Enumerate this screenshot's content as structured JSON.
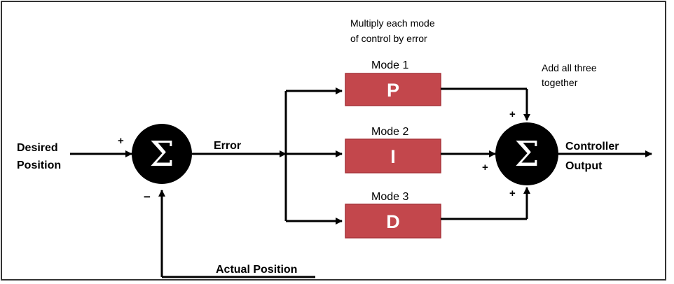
{
  "inputs": {
    "desired_position": [
      "Desired",
      "Position"
    ],
    "actual_position": "Actual Position"
  },
  "summing_junction": {
    "symbol": "Σ",
    "plus": "+",
    "minus": "−"
  },
  "error_label": "Error",
  "note_multiply": [
    "Multiply each mode",
    "of control by error"
  ],
  "note_add": [
    "Add all three",
    "together"
  ],
  "modes": [
    {
      "title": "Mode 1",
      "letter": "P"
    },
    {
      "title": "Mode 2",
      "letter": "I"
    },
    {
      "title": "Mode 3",
      "letter": "D"
    }
  ],
  "output_sum": {
    "symbol": "Σ",
    "plus_top": "+",
    "plus_left": "+",
    "plus_bottom": "+"
  },
  "output": [
    "Controller",
    "Output"
  ],
  "colors": {
    "block_fill": "#c3474c",
    "block_border": "#a8343a",
    "junction_fill": "#000000",
    "line": "#000000",
    "frame_border": "#333333"
  }
}
